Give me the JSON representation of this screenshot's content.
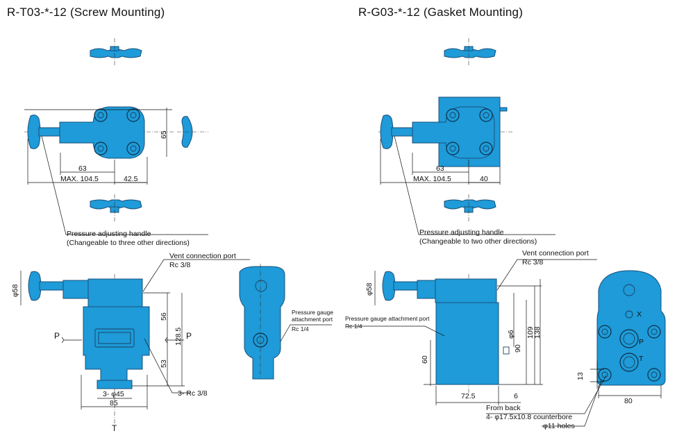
{
  "titles": {
    "left": "R-T03-*-12 (Screw Mounting)",
    "right": "R-G03-*-12 (Gasket Mounting)"
  },
  "left": {
    "dims": {
      "d63": "63",
      "max": "MAX. 104.5",
      "d42": "42.5",
      "d65": "65",
      "phi58": "φ58",
      "d56": "56",
      "d128": "128.5",
      "d53": "53",
      "phi45": "3- φ45",
      "d85": "85",
      "rc38b": "3- Rc 3/8"
    },
    "handle_note_1": "Pressure adjusting handle",
    "handle_note_2": "(Changeable to three other directions)",
    "vent_port": "Vent connection port",
    "vent_rc": "Rc 3/8",
    "gauge_port_1": "Pressure gauge",
    "gauge_port_2": "attachment port",
    "gauge_rc": "Rc 1/4",
    "port_p_left": "P",
    "port_p_right": "P",
    "port_t": "T"
  },
  "right": {
    "dims": {
      "d63": "63",
      "max": "MAX. 104.5",
      "d40": "40",
      "phi58": "φ58",
      "phi6": "φ6",
      "d90": "90",
      "d109": "109",
      "d138": "138",
      "d60": "60",
      "d72": "72.5",
      "d6": "6",
      "d13": "13",
      "d80": "80"
    },
    "handle_note_1": "Pressure adjusting handle",
    "handle_note_2": "(Changeable to two other directions)",
    "vent_port": "Vent connection port",
    "vent_rc": "Rc 3/8",
    "gauge_port": "Pressure gauge attachment port",
    "gauge_rc": "Rc 1/4",
    "from_back": "From back",
    "counterbore": "4- φ17.5x10.8 counterbore",
    "holes": "φ11 holes",
    "port_x": "X",
    "port_p": "P",
    "port_t": "T"
  },
  "colors": {
    "body": "#1e9bd8",
    "outline": "#1a4f7a"
  }
}
